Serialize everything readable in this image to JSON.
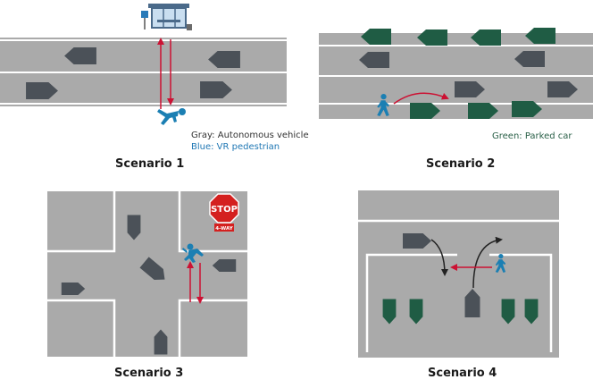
{
  "scenarios": [
    {
      "caption": "Scenario 1"
    },
    {
      "caption": "Scenario 2"
    },
    {
      "caption": "Scenario 3"
    },
    {
      "caption": "Scenario 4"
    }
  ],
  "legend": {
    "gray": "Gray: Autonomous vehicle",
    "blue": "Blue: VR pedestrian",
    "green": "Green: Parked car"
  },
  "stop_sign": {
    "main": "STOP",
    "sub": "4-WAY"
  },
  "colors": {
    "road": "#aaaaaa",
    "autonomous_vehicle": "#4b5158",
    "vr_pedestrian": "#1b7fb3",
    "parked_car": "#1f5c44",
    "path_arrow": "#cc1133",
    "stop_sign": "#d4201f",
    "legend_blue": "#1f77b4",
    "legend_green": "#2a6048"
  }
}
